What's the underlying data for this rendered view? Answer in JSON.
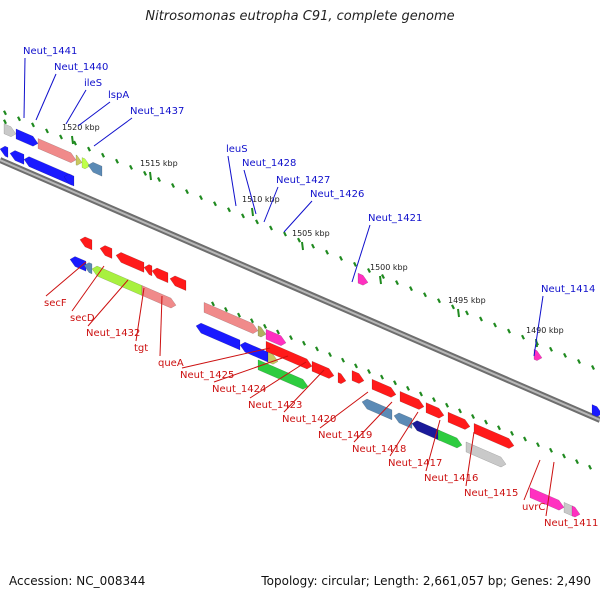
{
  "header": {
    "title": "Nitrosomonas eutropha C91, complete genome"
  },
  "footer": {
    "accession": "Accession: NC_008344",
    "summary": "Topology: circular; Length: 2,661,057 bp; Genes: 2,490"
  },
  "ticks": [
    "1520 kbp",
    "1515 kbp",
    "1510 kbp",
    "1505 kbp",
    "1500 kbp",
    "1495 kbp",
    "1490 kbp"
  ],
  "labels_top": [
    "Neut_1441",
    "Neut_1440",
    "ileS",
    "lspA",
    "Neut_1437",
    "leuS",
    "Neut_1428",
    "Neut_1427",
    "Neut_1426",
    "Neut_1421",
    "Neut_1414"
  ],
  "labels_bottom": [
    "secF",
    "secD",
    "Neut_1432",
    "tgt",
    "queA",
    "Neut_1425",
    "Neut_1424",
    "Neut_1423",
    "Neut_1420",
    "Neut_1419",
    "Neut_1418",
    "Neut_1417",
    "Neut_1416",
    "Neut_1415",
    "uvrC",
    "Neut_1411"
  ],
  "colors": {
    "forward_label": "#1010cc",
    "reverse_label": "#cc1010",
    "backbone": "#8c8c8c",
    "tick": "#1f8a1f"
  }
}
